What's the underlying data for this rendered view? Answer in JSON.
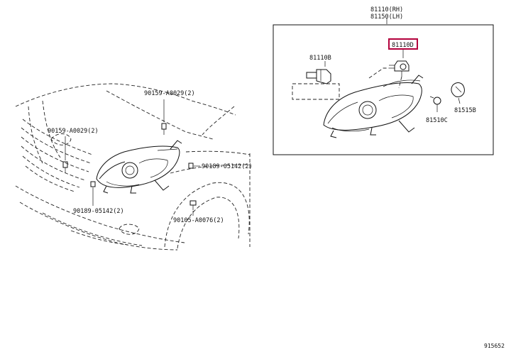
{
  "callouts": {
    "assembly_rh": "81110(RH)",
    "assembly_lh": "81150(LH)",
    "bulb_highlighted": "81110D",
    "socket": "81110B",
    "cap": "81515B",
    "clip": "81510C",
    "bolt_top": "90159-A0029(2)",
    "bolt_left": "90159-A0029(2)",
    "nut_right": "90189-05142(2)",
    "nut_bottom": "90189-05142(2)",
    "screw_fender": "90105-A0076(2)"
  },
  "drawing_code": "915652",
  "colors": {
    "highlight_border": "#b3003c",
    "line": "#111111"
  }
}
